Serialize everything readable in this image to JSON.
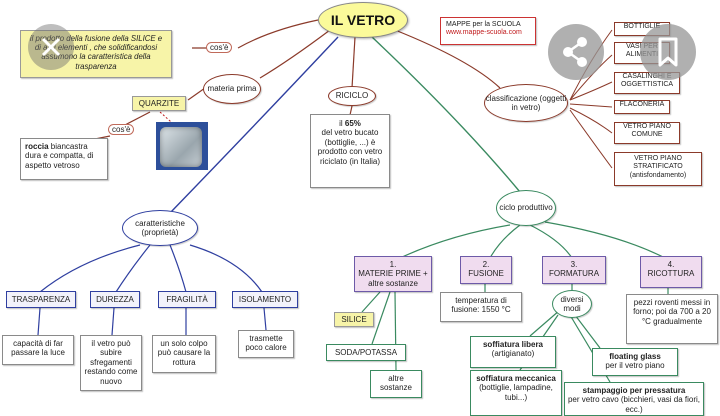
{
  "title": "IL VETRO",
  "credit": {
    "line1": "MAPPE per la SCUOLA",
    "line2": "www.mappe-scuola.com"
  },
  "definition": "il prodotto della fusione della SILICE e di altri elementi , che solidificandosi assumono la caratteristica della trasparenza",
  "links": {
    "cose1": "cos'è",
    "cose2": "cos'è"
  },
  "materia_prima": "materia prima",
  "quarzite": "QUARZITE",
  "roccia": {
    "bold": "roccia",
    "rest": " biancastra dura e compatta, di aspetto vetroso"
  },
  "riciclo": {
    "label": "RICICLO",
    "pre": "il ",
    "percent": "65%",
    "text": "del vetro bucato (bottiglie, ...) è prodotto con vetro riciclato (in Italia)"
  },
  "classificazione": {
    "label": "classificazione (oggetti in vetro)",
    "items": [
      "BOTTIGLIE",
      "VASI PER ALIMENTI",
      "CASALINGHI E OGGETTISTICA",
      "FLACONERIA",
      "VETRO PIANO COMUNE",
      "VETRO PIANO STRATIFICATO (antisfondamento)"
    ]
  },
  "caratteristiche": {
    "label": "caratteristiche (proprietà)",
    "items": [
      {
        "name": "TRASPARENZA",
        "desc": "capacità di far passare la luce"
      },
      {
        "name": "DUREZZA",
        "desc": "il vetro può subire sfregamenti restando come nuovo"
      },
      {
        "name": "FRAGILITÀ",
        "desc": "un solo colpo può causare la rottura"
      },
      {
        "name": "ISOLAMENTO",
        "desc": "trasmette poco calore"
      }
    ]
  },
  "ciclo": {
    "label": "ciclo produttivo",
    "steps": [
      {
        "num": "1.",
        "name": "MATERIE PRIME + altre sostanze"
      },
      {
        "num": "2.",
        "name": "FUSIONE"
      },
      {
        "num": "3.",
        "name": "FORMATURA"
      },
      {
        "num": "4.",
        "name": "RICOTTURA"
      }
    ],
    "silice": "SILICE",
    "soda": "SODA/POTASSA",
    "altre": "altre sostanze",
    "temperatura": "temperatura di fusione: 1550 °C",
    "ricottura_desc": "pezzi roventi messi in forno; poi da 700 a  20 °C gradualmente",
    "diversi_modi": "diversi modi",
    "metodi": [
      {
        "bold": "soffiatura libera",
        "rest": "(artigianato)"
      },
      {
        "bold": "floating glass",
        "rest": "per il vetro piano"
      },
      {
        "bold": "soffiatura meccanica",
        "rest": "(bottiglie, lampadine, tubi...)"
      },
      {
        "bold": "stampaggio per pressatura",
        "rest": "per vetro cavo (bicchieri, vasi da fiori, ecc.)"
      }
    ]
  },
  "colors": {
    "title_fill": "#fbfa9a",
    "pink": "#f0dcef",
    "yellow": "#f7f4a8",
    "blue_line": "#2f3fa0",
    "green_line": "#3a8a60",
    "red_line": "#8b3a2a"
  },
  "icons": [
    "share-icon",
    "bookmark-icon",
    "close-icon"
  ]
}
